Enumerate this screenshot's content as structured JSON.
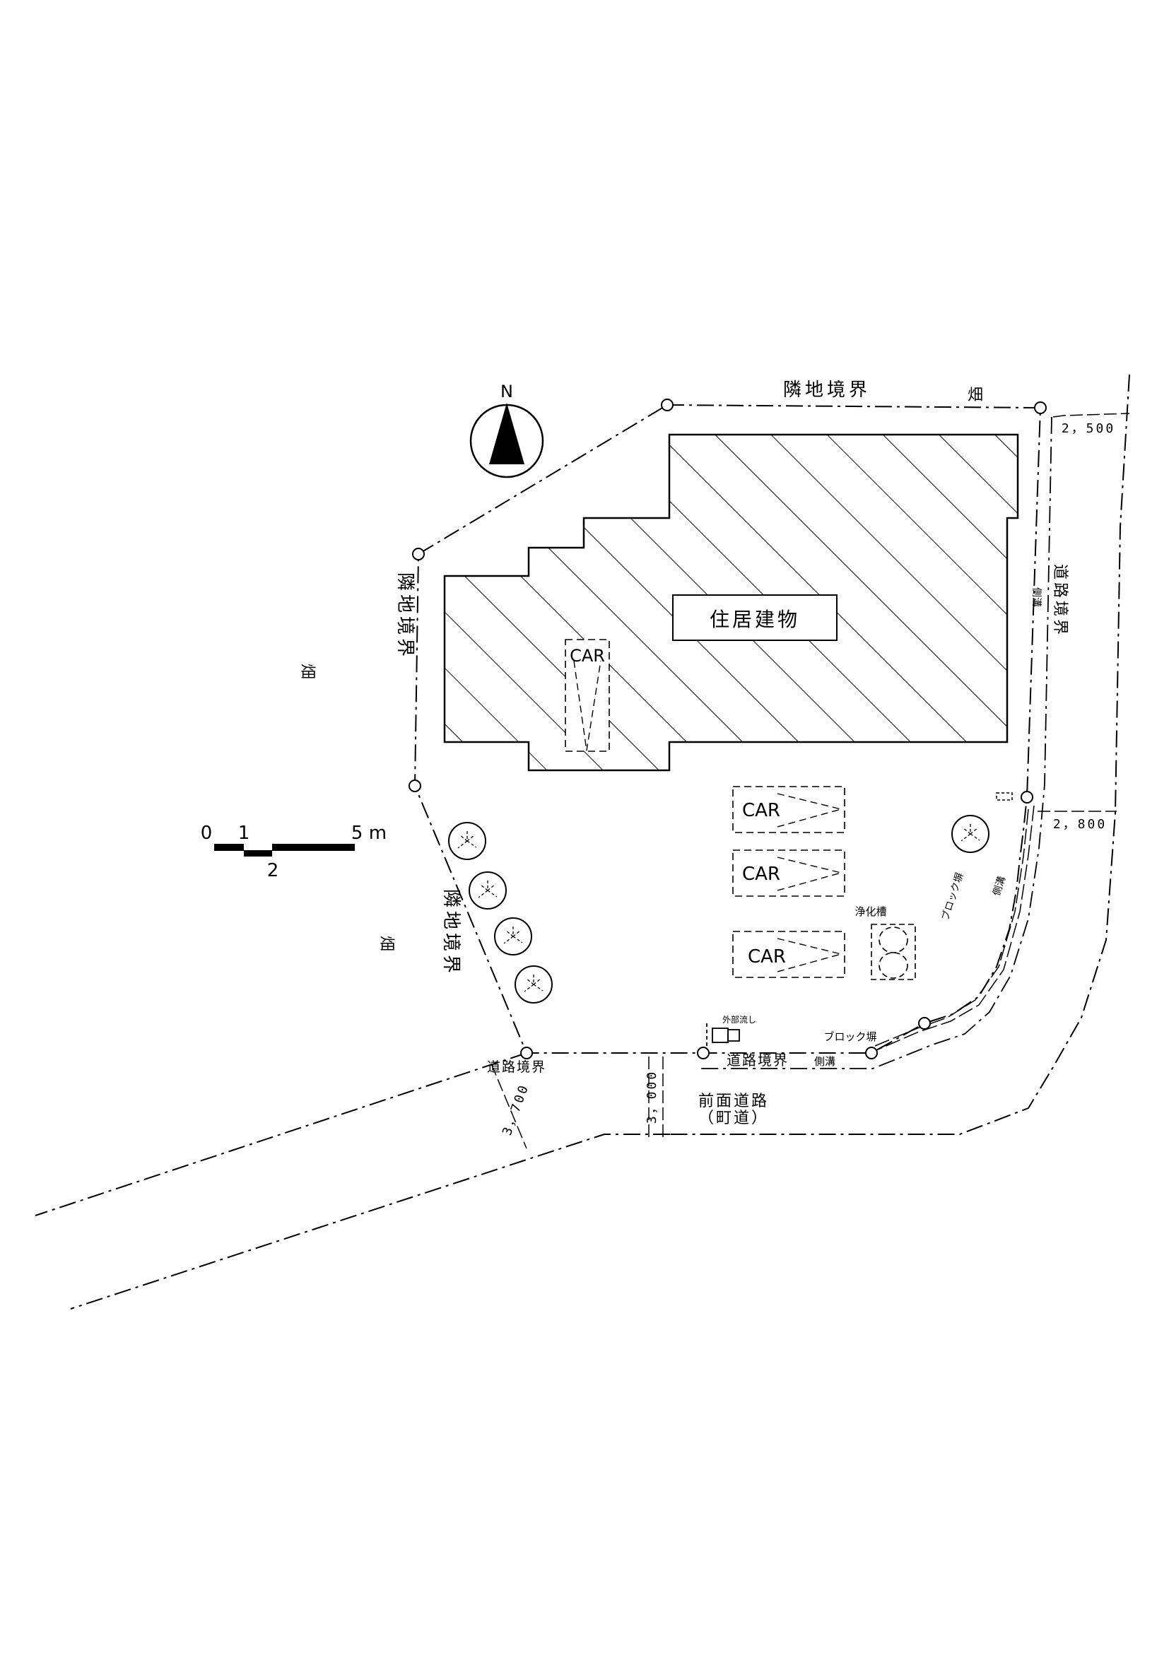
{
  "colors": {
    "ink": "#000000",
    "paper": "#ffffff"
  },
  "north": {
    "label": "N"
  },
  "scale": {
    "labels": [
      "0",
      "1",
      "5 m",
      "2"
    ]
  },
  "labels": {
    "neighbor_north": "隣地境界",
    "field_north": "畑",
    "neighbor_west": "隣地境界",
    "field_west": "畑",
    "neighbor_southwest": "隣地境界",
    "field_southwest": "畑",
    "road_boundary_east": "道路境界",
    "side_ditch_east": "側溝",
    "width_north_east": "2，500",
    "width_south_east": "2，800",
    "house": "住居建物",
    "septic_tank": "浄化槽",
    "block_wall_east": "ブロック塀",
    "side_ditch_curve": "側溝",
    "block_wall_south": "ブロック塀",
    "outdoor_sink": "外部流し",
    "road_boundary_south": "道路境界",
    "side_ditch_south": "側溝",
    "road_boundary_west": "道路境界",
    "width_west": "3，700",
    "width_center": "3，000",
    "front_road": "前面道路",
    "front_road_type": "（町道）"
  },
  "parking": [
    "CAR",
    "CAR",
    "CAR",
    "CAR"
  ]
}
